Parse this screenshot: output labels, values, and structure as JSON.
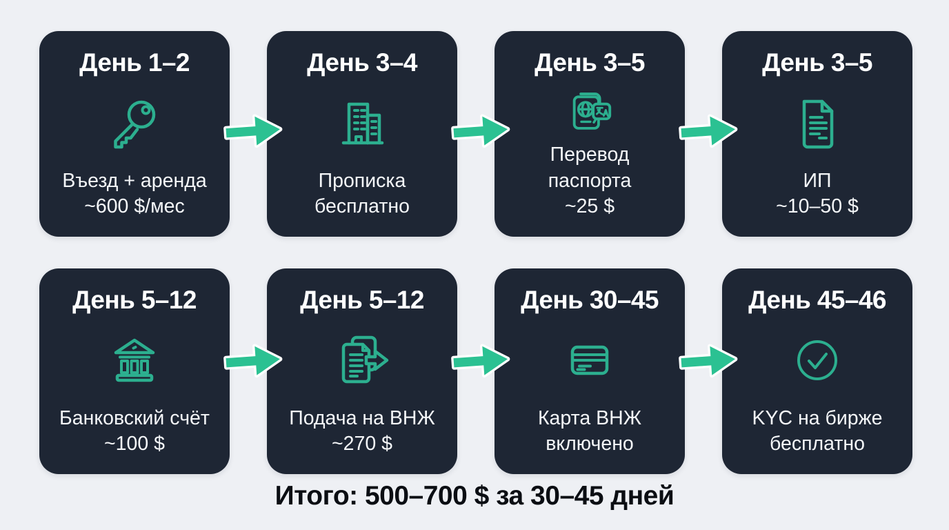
{
  "palette": {
    "background": "#eef0f4",
    "card": "#1e2634",
    "icon_accent": "#2caf8f",
    "arrow_accent": "#2bc192",
    "title_text": "#ffffff",
    "body_text": "#f4f6f8",
    "footer_text": "#0b0e13"
  },
  "cards": [
    {
      "title": "День 1–2",
      "icon": "key-icon",
      "lines": [
        "Въезд + аренда",
        "~600 $/мес"
      ]
    },
    {
      "title": "День 3–4",
      "icon": "building-icon",
      "lines": [
        "Прописка",
        "бесплатно"
      ]
    },
    {
      "title": "День 3–5",
      "icon": "passport-translate-icon",
      "lines": [
        "Перевод",
        "паспорта",
        "~25 $"
      ]
    },
    {
      "title": "День 3–5",
      "icon": "document-icon",
      "lines": [
        "ИП",
        "~10–50 $"
      ]
    },
    {
      "title": "День 5–12",
      "icon": "bank-icon",
      "lines": [
        "Банковский счёт",
        "~100 $"
      ]
    },
    {
      "title": "День 5–12",
      "icon": "application-submit-icon",
      "lines": [
        "Подача на ВНЖ",
        "~270 $"
      ]
    },
    {
      "title": "День 30–45",
      "icon": "residence-card-icon",
      "lines": [
        "Карта ВНЖ",
        "включено"
      ]
    },
    {
      "title": "День 45–46",
      "icon": "check-circle-icon",
      "lines": [
        "KYC на бирже",
        "бесплатно"
      ]
    }
  ],
  "footer": {
    "total_label": "Итого: 500–700 $ за 30–45 дней"
  }
}
